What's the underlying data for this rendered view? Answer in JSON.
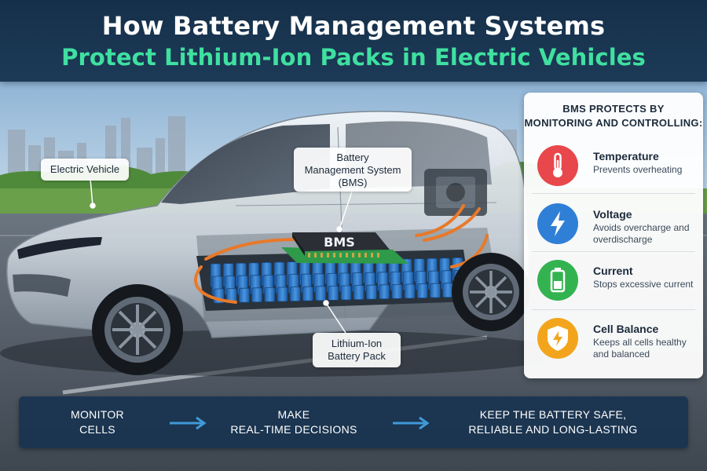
{
  "header": {
    "title_line1": "How Battery Management Systems",
    "title_line2": "Protect Lithium-Ion Packs in Electric Vehicles"
  },
  "callouts": {
    "electric_vehicle": "Electric Vehicle",
    "bms_line1": "Battery",
    "bms_line2": "Management System",
    "bms_line3": "(BMS)",
    "bms_chip": "BMS",
    "pack_line1": "Lithium-Ion",
    "pack_line2": "Battery Pack"
  },
  "panel": {
    "heading_line1": "BMS PROTECTS BY",
    "heading_line2": "MONITORING AND CONTROLLING:",
    "items": [
      {
        "icon": "thermometer-icon",
        "color": "#e8474b",
        "title": "Temperature",
        "desc": "Prevents overheating"
      },
      {
        "icon": "lightning-icon",
        "color": "#2f7fd6",
        "title": "Voltage",
        "desc": "Avoids overcharge and overdischarge"
      },
      {
        "icon": "battery-icon",
        "color": "#33b34f",
        "title": "Current",
        "desc": "Stops excessive current"
      },
      {
        "icon": "shield-icon",
        "color": "#f2a51c",
        "title": "Cell Balance",
        "desc": "Keeps all cells healthy and balanced"
      }
    ]
  },
  "steps": [
    {
      "line1": "MONITOR",
      "line2": "CELLS"
    },
    {
      "line1": "MAKE",
      "line2": "REAL-TIME DECISIONS"
    },
    {
      "line1": "KEEP THE BATTERY SAFE,",
      "line2": "RELIABLE AND LONG-LASTING"
    }
  ],
  "colors": {
    "header_bg": "#1c3a57",
    "title_accent": "#3fe0a0",
    "bottom_bg": "#1a3450",
    "arrow": "#3f9ad8",
    "wire": "#e8792a",
    "cell": "#2d78c8",
    "pcb": "#2e9a4a"
  }
}
